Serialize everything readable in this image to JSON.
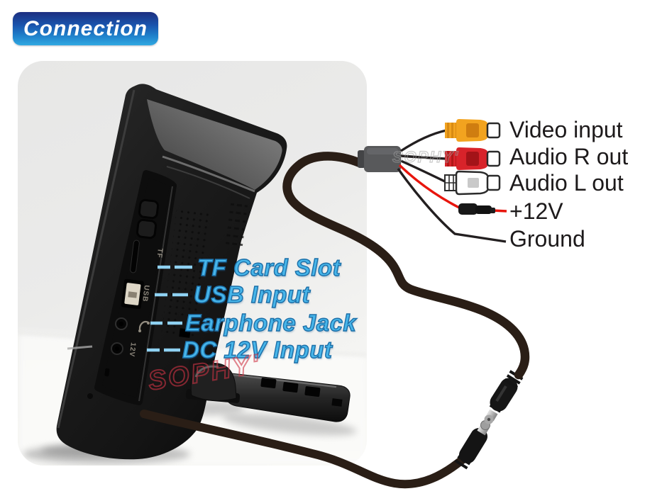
{
  "badge": {
    "label": "Connection"
  },
  "device": {
    "name": "Car headrest monitor, rear view with side port panel and mounting bracket",
    "port_labels": [
      {
        "id": "tf-card-slot",
        "label": "TF Card Slot"
      },
      {
        "id": "usb-input",
        "label": "USB Input"
      },
      {
        "id": "earphone-jack",
        "label": "Earphone Jack"
      },
      {
        "id": "dc-12v-input",
        "label": "DC 12V Input"
      }
    ],
    "port_markings": {
      "tf": "TF",
      "usb": "USB",
      "dc": "12V"
    }
  },
  "harness": {
    "connector_labels": [
      {
        "id": "video-input",
        "label": "Video input",
        "color": "#f2a31f"
      },
      {
        "id": "audio-r-out",
        "label": "Audio R out",
        "color": "#d8232a"
      },
      {
        "id": "audio-l-out",
        "label": "Audio L out",
        "color": "#ffffff"
      },
      {
        "id": "power-12v",
        "label": "+12V",
        "color": "#e8150d"
      },
      {
        "id": "ground",
        "label": "Ground",
        "color": "#231f20"
      }
    ]
  },
  "watermarks": {
    "photo": "SOPHY'",
    "harness": "SOPHY'"
  },
  "colors": {
    "badge-top": "#1c2e80",
    "badge-bottom": "#30a9e1",
    "label-blue": "#47b5e9",
    "label-blue-outline": "#1c6fa8",
    "indicator-blue": "#8fd2f3",
    "label-black": "#1d1a1b",
    "wire-red": "#e8150d",
    "cable": "#2a1e16",
    "rca-yellow": "#f2a31f",
    "rca-red": "#d8232a",
    "junction-gray": "#58595b"
  }
}
